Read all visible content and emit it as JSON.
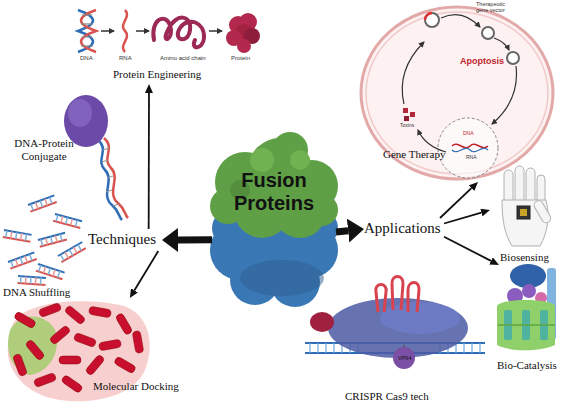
{
  "diagram": {
    "nodes": [
      {
        "text": [
          "Fusion Proteins"
        ]
      },
      {
        "text": [
          "Techniques"
        ]
      },
      {
        "text": [
          "Applications"
        ]
      },
      {
        "text": [
          "Protein Engineering"
        ]
      },
      {
        "text": [
          "DNA-Protein Conjugate"
        ]
      },
      {
        "text": [
          "DNA Shuffling"
        ]
      },
      {
        "text": [
          "Molecular Docking"
        ]
      },
      {
        "text": [
          "Gene Therapy"
        ]
      },
      {
        "text": [
          "Biosensing"
        ]
      },
      {
        "text": [
          "Bio-Catalysis"
        ]
      },
      {
        "text": [
          "CRISPR Cas9 tech"
        ]
      }
    ],
    "edges": [
      {
        "from": 0,
        "to": 1,
        "arrow": "to"
      },
      {
        "from": 0,
        "to": 2,
        "arrow": "to"
      },
      {
        "from": 1,
        "to": 3,
        "arrow": "to"
      },
      {
        "from": 1,
        "to": 6,
        "arrow": "to"
      },
      {
        "from": 2,
        "to": 7,
        "arrow": "to"
      },
      {
        "from": 2,
        "to": 8,
        "arrow": "to"
      },
      {
        "from": 2,
        "to": 9,
        "arrow": "to"
      }
    ],
    "labels": [
      "DNA",
      "RNA",
      "Amino acid chain",
      "Protein",
      "Therapeutic gene vector",
      "Apoptosis",
      "Toxins",
      "DNA",
      "RNA",
      "VP64"
    ]
  }
}
